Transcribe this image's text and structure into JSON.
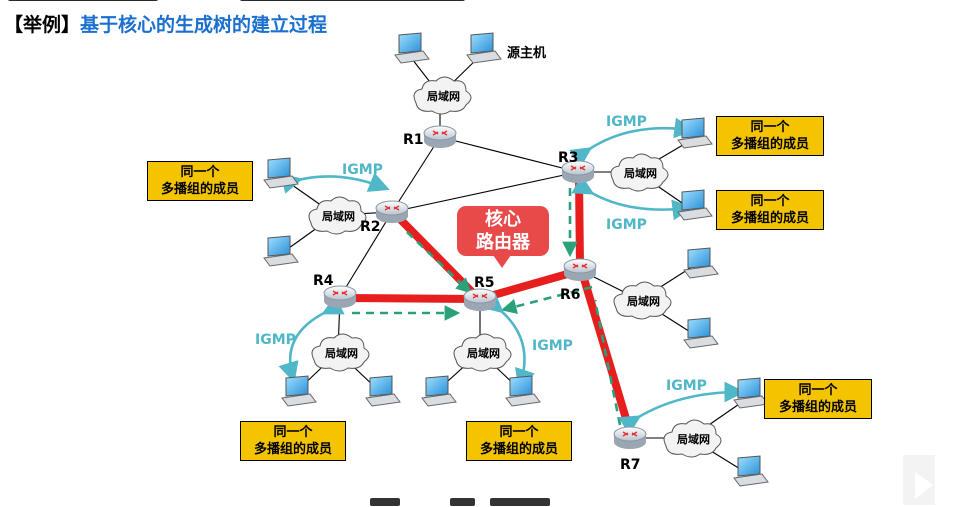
{
  "title": {
    "bracket": "【举例】",
    "text": "基于核心的生成树的建立过程"
  },
  "core_callout": {
    "line1": "核心",
    "line2": "路由器"
  },
  "routers": [
    "R1",
    "R2",
    "R3",
    "R4",
    "R5",
    "R6",
    "R7"
  ],
  "source_host_label": "源主机",
  "lan_label": "局域网",
  "igmp_label": "IGMP",
  "member_label": {
    "line1": "同一个",
    "line2": "多播组的成员"
  },
  "colors": {
    "tree_edge": "#e61e1e",
    "dashed_path": "#2aa17a",
    "igmp": "#4fb7c7",
    "member_box": "#f4c400",
    "core_callout": "#e84a4a",
    "title_accent": "#1a6fcf"
  }
}
